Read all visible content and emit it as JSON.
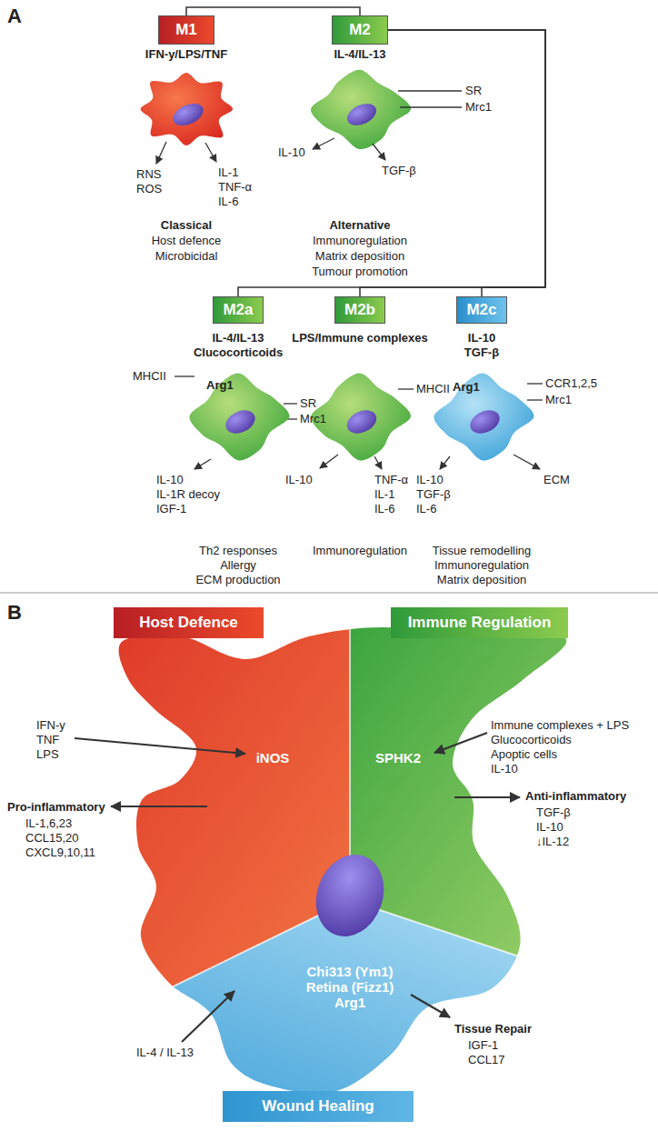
{
  "diagram": {
    "nodes": [
      {
        "text": [
          "M1"
        ]
      },
      {
        "text": [
          "M2"
        ]
      },
      {
        "text": [
          "M2a"
        ]
      },
      {
        "text": [
          "M2b"
        ]
      },
      {
        "text": [
          "M2c"
        ]
      },
      {
        "text": [
          "Arg1"
        ]
      },
      {
        "text": [
          "Arg1"
        ]
      },
      {
        "text": [
          "Host Defence"
        ]
      },
      {
        "text": [
          "Immune Regulation"
        ]
      },
      {
        "text": [
          "iNOS"
        ]
      },
      {
        "text": [
          "SPHK2"
        ]
      },
      {
        "text": [
          "Chi313 (Ym1) Retina (Fizz1) Arg1"
        ]
      },
      {
        "text": [
          "Wound Healing"
        ]
      }
    ],
    "edges": [
      {
        "from": 0,
        "to": 1,
        "arrow": "none"
      },
      {
        "from": 1,
        "to": 2,
        "arrow": "none"
      },
      {
        "from": 1,
        "to": 3,
        "arrow": "none"
      },
      {
        "from": 1,
        "to": 4,
        "arrow": "none"
      }
    ],
    "labels": [
      "A",
      "IFN-y/LPS/TNF",
      "RNS ROS",
      "IL-1 TNF-α IL-6",
      "Classical",
      "Host defence",
      "Microbicidal",
      "IL-4/IL-13",
      "SR",
      "Mrc1",
      "IL-10",
      "TGF-β",
      "Alternative",
      "Immunoregulation",
      "Matrix deposition",
      "Tumour promotion",
      "IL-4/IL-13 Clucocorticoids",
      "MHCII",
      "SR",
      "Mrc1",
      "IL-10 IL-1R decoy IGF-1",
      "Th2 responses Allergy ECM production",
      "LPS/Immune complexes",
      "MHCII",
      "IL-10",
      "TNF-α IL-1 IL-6",
      "Immunoregulation",
      "IL-10 TGF-β",
      "CCR1,2,5",
      "Mrc1",
      "IL-10 TGF-β IL-6",
      "ECM",
      "Tissue remodelling Immunoregulation Matrix deposition",
      "B",
      "IFN-y TNF LPS",
      "Pro-inflammatory",
      "IL-1,6,23 CCL15,20 CXCL9,10,11",
      "Immune complexes + LPS Glucocorticoids Apoptic cells IL-10",
      "Anti-inflammatory",
      "TGF-β IL-10 ↓IL-12",
      "IL-4 / IL-13",
      "Tissue Repair",
      "IGF-1 CCL17"
    ]
  }
}
